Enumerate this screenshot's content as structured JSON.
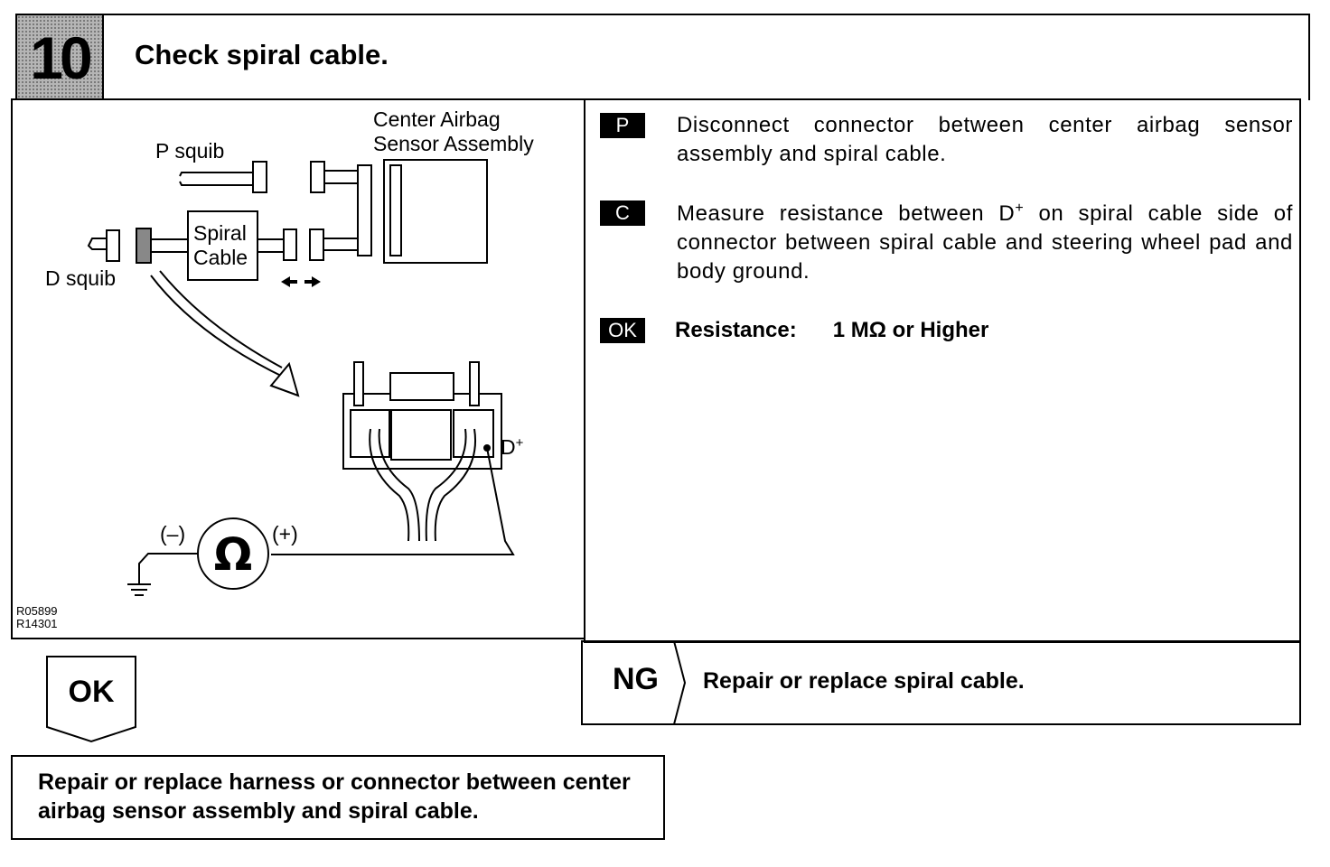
{
  "header": {
    "step_number": "10",
    "title": "Check spiral cable."
  },
  "diagram": {
    "labels": {
      "center_airbag_line1": "Center Airbag",
      "center_airbag_line2": "Sensor Assembly",
      "p_squib": "P squib",
      "d_squib": "D squib",
      "spiral_line1": "Spiral",
      "spiral_line2": "Cable",
      "d_plus": "D",
      "d_plus_sup": "+",
      "minus": "(–)",
      "plus": "(+)",
      "ohm": "Ω"
    },
    "ref_codes": [
      "R05899",
      "R14301"
    ]
  },
  "steps": [
    {
      "tag": "P",
      "text": "Disconnect connector between center airbag sensor assembly and spiral cable."
    },
    {
      "tag": "C",
      "text_before": "Measure resistance between D",
      "sup": "+",
      "text_after": " on spiral cable side of connector between spiral cable and steering wheel pad and body ground."
    }
  ],
  "spec": {
    "tag": "OK",
    "label": "Resistance:",
    "value": "1 MΩ or Higher"
  },
  "ng": {
    "label": "NG",
    "action": "Repair or replace spiral cable."
  },
  "ok": {
    "label": "OK",
    "action": "Repair or replace harness or connector between center airbag sensor assembly and spiral cable."
  }
}
